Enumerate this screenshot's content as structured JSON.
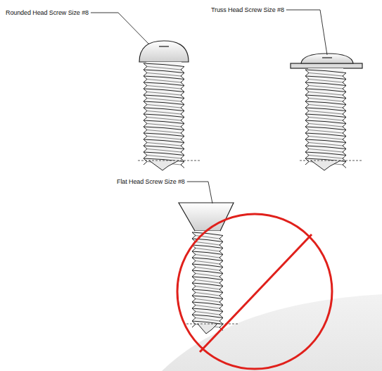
{
  "diagram": {
    "labels": [
      "Rounded Head Screw Size #8",
      "Truss Head Screw Size #8",
      "Flat Head Screw Size #8"
    ]
  }
}
